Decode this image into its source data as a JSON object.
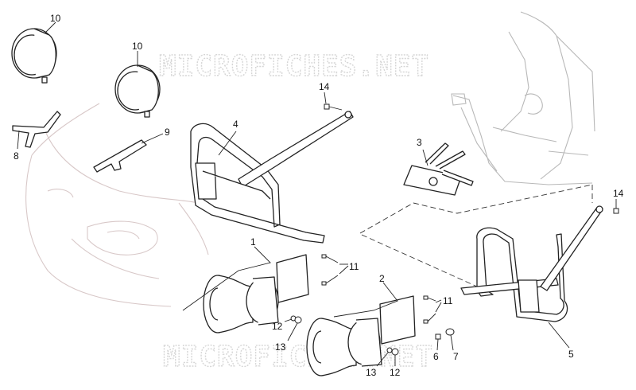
{
  "watermarks": [
    "MICROFICHES.NET",
    "MICROFICHES.NET"
  ],
  "callouts": [
    {
      "id": "c10a",
      "text": "10"
    },
    {
      "id": "c10b",
      "text": "10"
    },
    {
      "id": "c8",
      "text": "8"
    },
    {
      "id": "c9",
      "text": "9"
    },
    {
      "id": "c4",
      "text": "4"
    },
    {
      "id": "c14a",
      "text": "14"
    },
    {
      "id": "c3",
      "text": "3"
    },
    {
      "id": "c14b",
      "text": "14"
    },
    {
      "id": "c1",
      "text": "1"
    },
    {
      "id": "c11a",
      "text": "11"
    },
    {
      "id": "c2",
      "text": "2"
    },
    {
      "id": "c11b",
      "text": "11"
    },
    {
      "id": "c12a",
      "text": "12"
    },
    {
      "id": "c13a",
      "text": "13"
    },
    {
      "id": "c13b",
      "text": "13"
    },
    {
      "id": "c12b",
      "text": "12"
    },
    {
      "id": "c6",
      "text": "6"
    },
    {
      "id": "c7",
      "text": "7"
    },
    {
      "id": "c5",
      "text": "5"
    }
  ]
}
